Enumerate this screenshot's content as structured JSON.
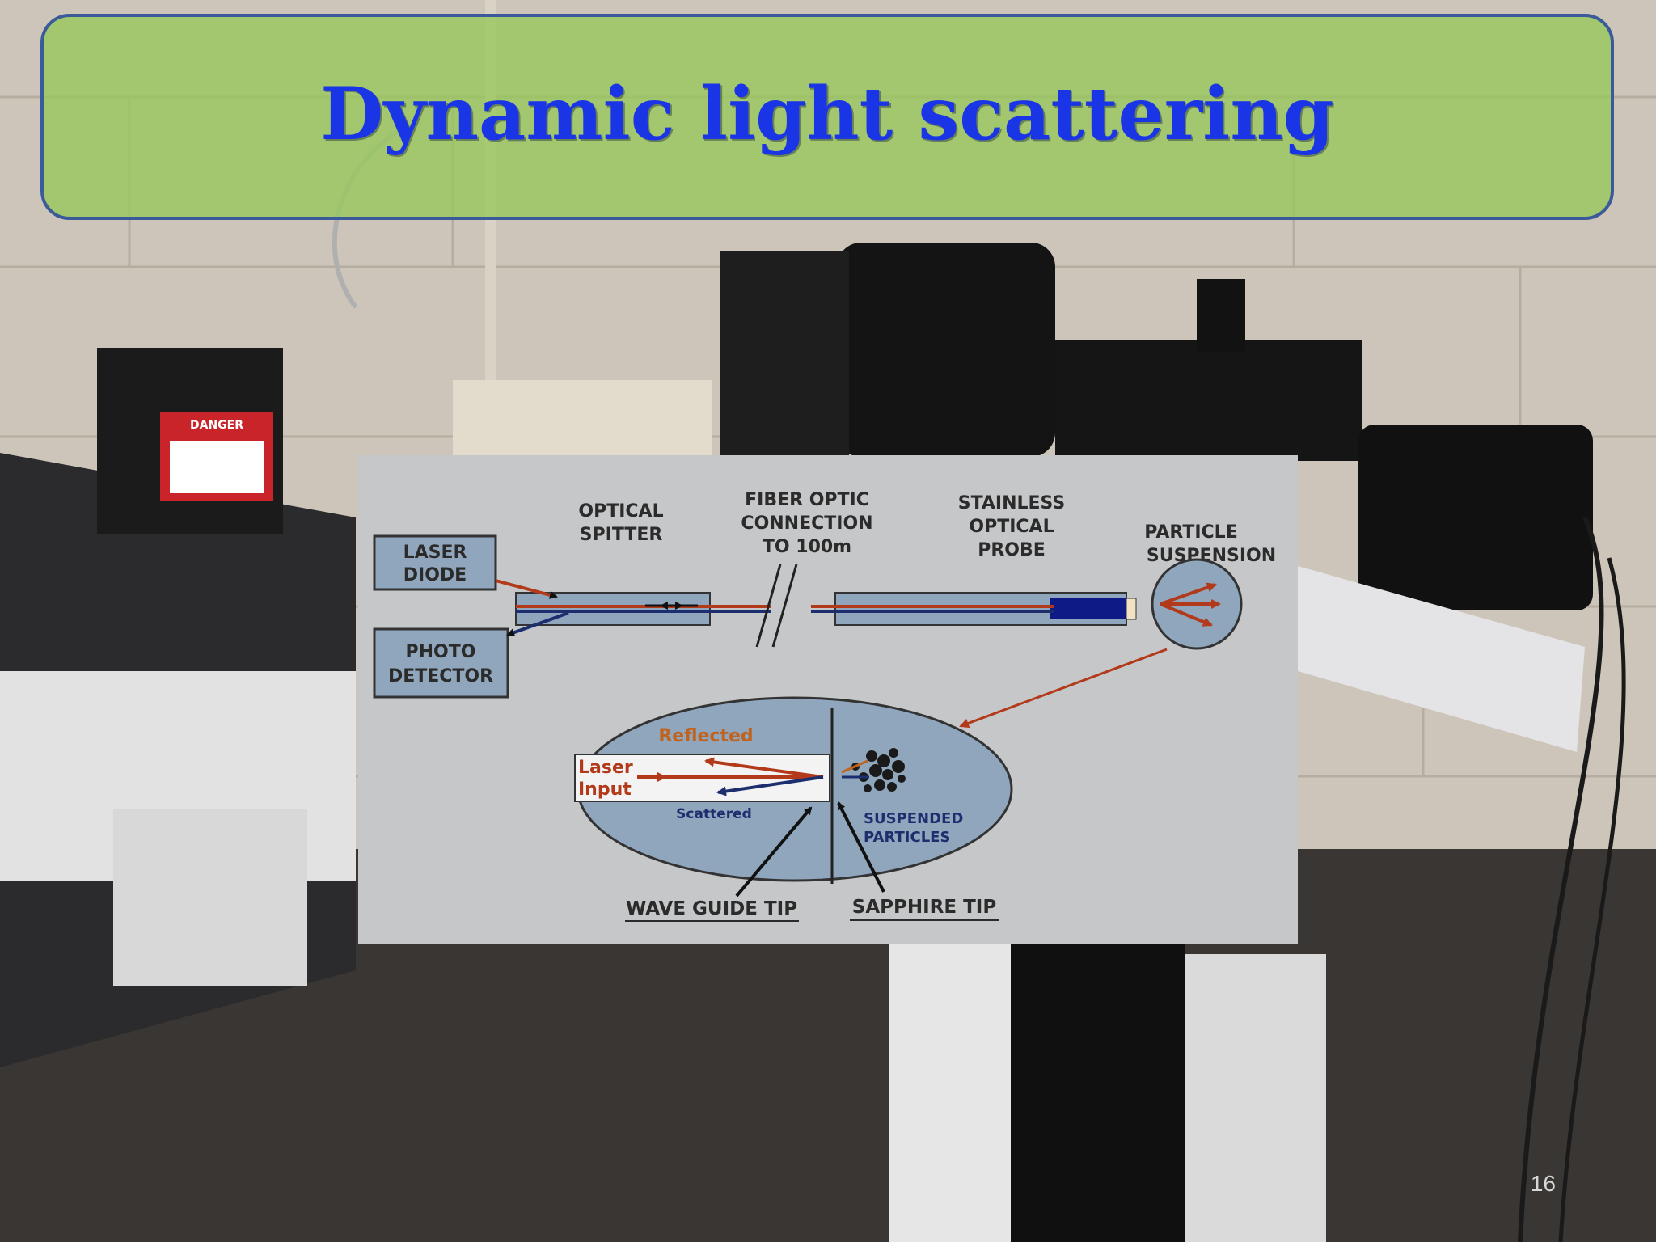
{
  "slide": {
    "title": "Dynamic light scattering",
    "page_number": "16"
  },
  "photo": {
    "label_text": "DANGER"
  },
  "diagram": {
    "laser_diode": [
      "LASER",
      "DIODE"
    ],
    "photo_detector": [
      "PHOTO",
      "DETECTOR"
    ],
    "optical_splitter": [
      "OPTICAL",
      "SPITTER"
    ],
    "fiber_optic": [
      "FIBER OPTIC",
      "CONNECTION",
      "TO 100m"
    ],
    "optical_probe": [
      "STAINLESS",
      "OPTICAL",
      "PROBE"
    ],
    "particle_suspension": [
      "PARTICLE",
      "SUSPENSION"
    ],
    "reflected": "Reflected",
    "laser_input": [
      "Laser",
      "Input"
    ],
    "scattered": "Scattered",
    "suspended_particles": [
      "SUSPENDED",
      "PARTICLES"
    ],
    "wave_guide_tip": "WAVE GUIDE TIP",
    "sapphire_tip": "SAPPHIRE TIP"
  },
  "colors": {
    "title": "#1a35e6",
    "banner": "#96c85a",
    "laser_line": "#b23a1a",
    "detector_line": "#1c2e6e",
    "box_fill": "#8fa6bd"
  }
}
